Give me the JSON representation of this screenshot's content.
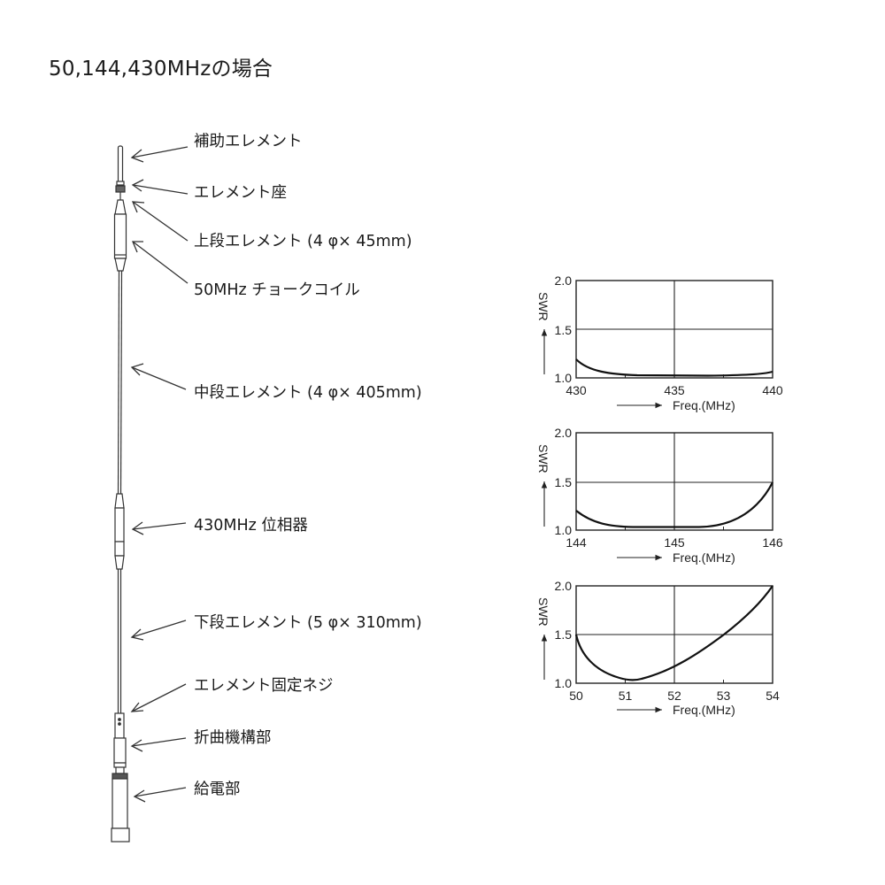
{
  "title": "50,144,430MHzの場合",
  "callouts": [
    {
      "label": "補助エレメント"
    },
    {
      "label": "エレメント座"
    },
    {
      "label": "上段エレメント (4 φ× 45mm)"
    },
    {
      "label": "50MHz チョークコイル"
    },
    {
      "label": "中段エレメント (4 φ× 405mm)"
    },
    {
      "label": "430MHz 位相器"
    },
    {
      "label": "下段エレメント (5 φ× 310mm)"
    },
    {
      "label": "エレメント固定ネジ"
    },
    {
      "label": "折曲機構部"
    },
    {
      "label": "給電部"
    }
  ],
  "charts": [
    {
      "ylabel": "SWR",
      "xlabel": "Freq.(MHz)",
      "yticks": [
        "2.0",
        "1.5",
        "1.0"
      ],
      "xticks": [
        "430",
        "435",
        "440"
      ]
    },
    {
      "ylabel": "SWR",
      "xlabel": "Freq.(MHz)",
      "yticks": [
        "2.0",
        "1.5",
        "1.0"
      ],
      "xticks": [
        "144",
        "145",
        "146"
      ]
    },
    {
      "ylabel": "SWR",
      "xlabel": "Freq.(MHz)",
      "yticks": [
        "2.0",
        "1.5",
        "1.0"
      ],
      "xticks": [
        "50",
        "51",
        "52",
        "53",
        "54"
      ]
    }
  ],
  "chart_data": [
    {
      "type": "line",
      "title": "430MHz band SWR",
      "xlabel": "Freq.(MHz)",
      "ylabel": "SWR",
      "xlim": [
        430,
        440
      ],
      "ylim": [
        1.0,
        2.0
      ],
      "x": [
        430,
        431,
        432,
        433,
        434,
        435,
        436,
        437,
        438,
        439,
        440
      ],
      "series": [
        {
          "name": "SWR",
          "values": [
            1.19,
            1.08,
            1.05,
            1.04,
            1.03,
            1.03,
            1.03,
            1.03,
            1.04,
            1.05,
            1.06
          ]
        }
      ],
      "grid": true
    },
    {
      "type": "line",
      "title": "144MHz band SWR",
      "xlabel": "Freq.(MHz)",
      "ylabel": "SWR",
      "xlim": [
        144,
        146
      ],
      "ylim": [
        1.0,
        2.0
      ],
      "x": [
        144,
        144.25,
        144.5,
        144.75,
        145,
        145.25,
        145.5,
        145.75,
        146
      ],
      "series": [
        {
          "name": "SWR",
          "values": [
            1.21,
            1.1,
            1.05,
            1.04,
            1.04,
            1.05,
            1.1,
            1.24,
            1.5
          ]
        }
      ],
      "grid": true
    },
    {
      "type": "line",
      "title": "50MHz band SWR",
      "xlabel": "Freq.(MHz)",
      "ylabel": "SWR",
      "xlim": [
        50,
        54
      ],
      "ylim": [
        1.0,
        2.0
      ],
      "x": [
        50,
        50.25,
        50.5,
        50.75,
        51,
        51.15,
        51.5,
        52,
        52.5,
        53,
        53.5,
        54
      ],
      "series": [
        {
          "name": "SWR",
          "values": [
            1.5,
            1.28,
            1.17,
            1.09,
            1.05,
            1.04,
            1.07,
            1.17,
            1.31,
            1.5,
            1.73,
            2.0
          ]
        }
      ],
      "grid": true
    }
  ]
}
